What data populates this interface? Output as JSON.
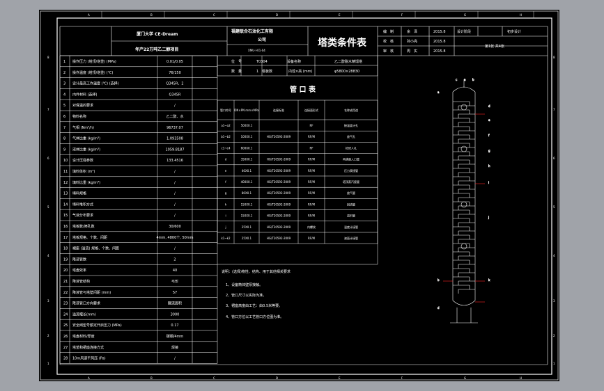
{
  "sheet": {
    "col_letters": [
      "A",
      "B",
      "C",
      "D",
      "E",
      "F",
      "G",
      "H"
    ],
    "row_numbers": [
      "1",
      "2",
      "3",
      "4",
      "5",
      "6",
      "7",
      "8"
    ]
  },
  "header": {
    "school": "厦门大学 CE-Dream",
    "project": "年产22万吨乙二醇项目",
    "company_l1": "福建联合石油化工有限",
    "company_l2": "公司",
    "drawing_no": "XMU-I-01-04",
    "title": "塔类条件表",
    "cells": {
      "r1c1": "编　制",
      "r1c2": "余　泽",
      "r1c3": "2015.8",
      "r1c4": "设计阶段",
      "r1c5": "初步设计",
      "r2c1": "校　核",
      "r2c2": "孙小亮",
      "r2c3": "2015.8",
      "r3c1": "审　核",
      "r3c2": "周　实",
      "r3c3": "2015.8",
      "r3c4": "第1张  共4张"
    }
  },
  "params": [
    {
      "no": "1",
      "name": "操作压力 (塔顶/塔釜) (MPa)",
      "val": "0.01/0.05"
    },
    {
      "no": "2",
      "name": "操作温度 (塔顶/塔釜) (℃)",
      "val": "76/150"
    },
    {
      "no": "3",
      "name": "设计最高工作温度 (℃) (选择)",
      "val": "Q345R、2"
    },
    {
      "no": "4",
      "name": "内件材料 (选择)",
      "val": "Q345R"
    },
    {
      "no": "5",
      "name": "对保温的要求",
      "val": "/"
    },
    {
      "no": "6",
      "name": "物料名称",
      "val": "乙二醇、水"
    },
    {
      "no": "7",
      "name": "气相 (Nm³/h)",
      "val": "96737.07"
    },
    {
      "no": "8",
      "name": "气体比重 (kg/m³)",
      "val": "1.093508"
    },
    {
      "no": "9",
      "name": "液体比重 (kg/m³)",
      "val": "1059.8187"
    },
    {
      "no": "10",
      "name": "设计压强参数",
      "val": "133.4516"
    },
    {
      "no": "11",
      "name": "填料体积 (m³)",
      "val": "/"
    },
    {
      "no": "12",
      "name": "填料比重 (kg/m³)",
      "val": "/"
    },
    {
      "no": "13",
      "name": "填料规格",
      "val": "/"
    },
    {
      "no": "14",
      "name": "填料堆积方式",
      "val": "/"
    },
    {
      "no": "15",
      "name": "气液分布要求",
      "val": "/"
    },
    {
      "no": "16",
      "name": "塔板数/筛孔数",
      "val": "30/600"
    },
    {
      "no": "17",
      "name": "塔板规格、个数、间距",
      "val": "4mm, 4800个, 50mm"
    },
    {
      "no": "18",
      "name": "裙座 (溢流) 规格、个数、间距",
      "val": "/"
    },
    {
      "no": "19",
      "name": "降液管数",
      "val": "2"
    },
    {
      "no": "20",
      "name": "塔盘效率",
      "val": "40"
    },
    {
      "no": "21",
      "name": "降液管结构",
      "val": "弓形"
    },
    {
      "no": "22",
      "name": "降液管与塔壁间距 (mm)",
      "val": "57"
    },
    {
      "no": "23",
      "name": "降液管口方向要求",
      "val": "翻流面积"
    },
    {
      "no": "24",
      "name": "溢流堰长(mm)",
      "val": "3000"
    },
    {
      "no": "25",
      "name": "安全阀型号额定开启压力 (MPa)",
      "val": "0.17"
    },
    {
      "no": "26",
      "name": "塔盘材料/厚度",
      "val": "碳钢/4mm"
    },
    {
      "no": "27",
      "name": "塔釜和裙座连接方式",
      "val": "焊接"
    },
    {
      "no": "28",
      "name": "10m风速平风压 (Pa)",
      "val": "/"
    }
  ],
  "info": {
    "pos_label": "位　号",
    "pos_val": "T0304",
    "eq_label": "设备名称",
    "eq_val": "乙二醇脱水精馏塔",
    "qty_label": "数　量",
    "qty_val": "1",
    "cnt_label": "塔板数",
    "cnt_val": "",
    "dim_label": "内径×高 (mm)",
    "dim_val": "φ5800×28830"
  },
  "nozzle": {
    "title": "管 口 表",
    "headers": [
      "管口符号",
      "DN×PN mm×MPa",
      "连接标准",
      "连接面形式",
      "名称或用途"
    ],
    "rows": [
      {
        "sym": "a1~a2",
        "dn": "500X0.1",
        "std": "",
        "face": "RF",
        "use": "接温度计孔"
      },
      {
        "sym": "b1~b2",
        "dn": "100X0.1",
        "std": "HG/T20592-2009",
        "face": "RF/M",
        "use": "放气孔"
      },
      {
        "sym": "c1~c4",
        "dn": "600X0.1",
        "std": "",
        "face": "RF",
        "use": "检修人孔"
      },
      {
        "sym": "d",
        "dn": "350X0.1",
        "std": "HG/T20592-2009",
        "face": "RF/M",
        "use": "再沸器入口管"
      },
      {
        "sym": "e",
        "dn": "40X0.1",
        "std": "HG/T20592-2009",
        "face": "RF/M",
        "use": "压力表接管"
      },
      {
        "sym": "f",
        "dn": "400X0.1",
        "std": "HG/T20592-2009",
        "face": "RF/M",
        "use": "塔顶蒸汽接管"
      },
      {
        "sym": "g",
        "dn": "80X0.1",
        "std": "HG/T20592-2009",
        "face": "RF/M",
        "use": "放气管"
      },
      {
        "sym": "h",
        "dn": "150X0.1",
        "std": "HG/T20592-2009",
        "face": "RF/M",
        "use": "回流管"
      },
      {
        "sym": "i",
        "dn": "150X0.1",
        "std": "HG/T20592-2009",
        "face": "RF/M",
        "use": "进料管"
      },
      {
        "sym": "j",
        "dn": "25X0.1",
        "std": "HG/T20592-2009",
        "face": "内螺纹",
        "use": "温度计接管"
      },
      {
        "sym": "k1~k2",
        "dn": "25X0.1",
        "std": "HG/T20592-2009",
        "face": "RF/M",
        "use": "液面计接管"
      }
    ]
  },
  "notes": {
    "title": "说明：(选择)物性、结构、用于其他相关要求",
    "items": [
      "1、设备筒体壁厚接触。",
      "2、管口尺寸以实际为准。",
      "3、裙座高度由工艺：由0.5米等要。",
      "4、管口方位以工艺管口方位图为准。"
    ]
  },
  "tower": {
    "top_labels": [
      "c",
      "a",
      "b"
    ],
    "right_labels": [
      "d",
      "e",
      "f",
      "g",
      "h",
      "i",
      "j",
      "k"
    ],
    "left_labels": [
      "a",
      "b",
      "d"
    ]
  },
  "colors": {
    "viewport": "#a0a3a9",
    "sheet": "#000000",
    "line": "#ffffff",
    "accent_red": "#ff2020",
    "frame_line": "#d0d0d0"
  }
}
